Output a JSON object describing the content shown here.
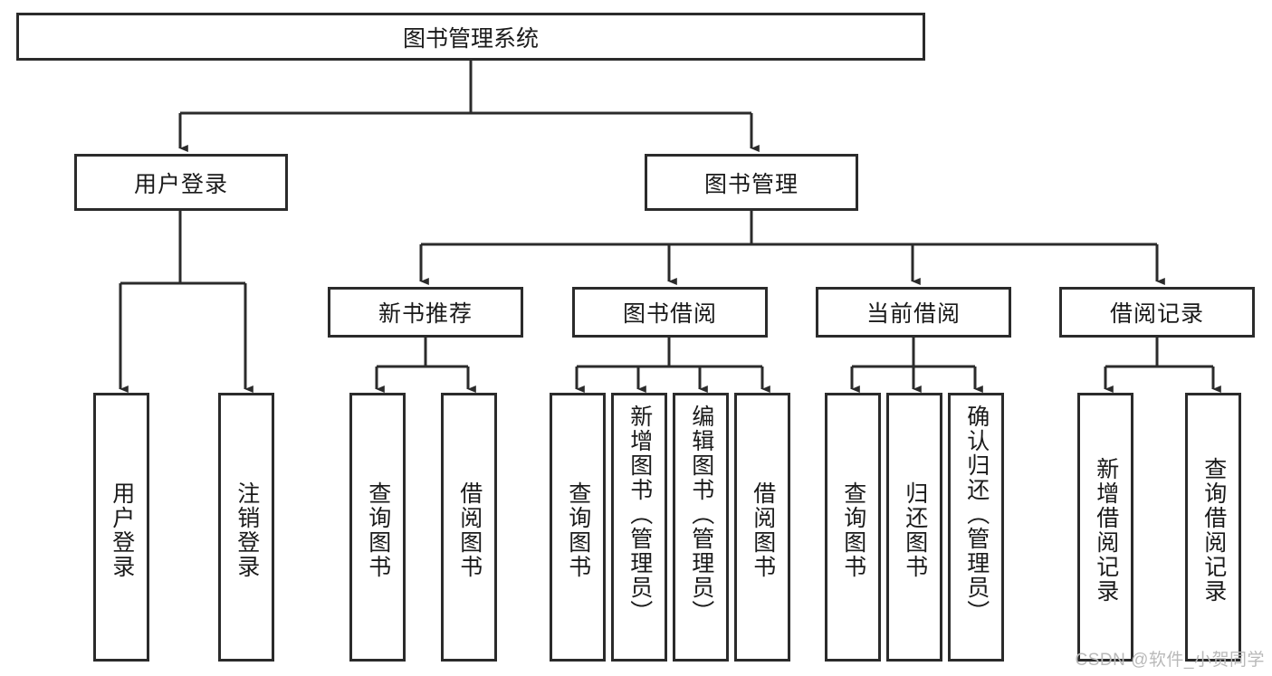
{
  "diagram": {
    "title": "图书管理系统",
    "type": "tree-hierarchy-chart",
    "background_color": "#ffffff",
    "line_color": "#2b2b2b",
    "text_color": "#1a1a1a"
  },
  "root": {
    "label": "图书管理系统"
  },
  "level2": [
    {
      "label": "用户登录"
    },
    {
      "label": "图书管理"
    }
  ],
  "level3": [
    {
      "label": "新书推荐"
    },
    {
      "label": "图书借阅"
    },
    {
      "label": "当前借阅"
    },
    {
      "label": "借阅记录"
    }
  ],
  "leaves": {
    "user_login": [
      {
        "label": "用户登录"
      },
      {
        "label": "注销登录"
      }
    ],
    "new_book": [
      {
        "label": "查询图书"
      },
      {
        "label": "借阅图书"
      }
    ],
    "book_borrow": [
      {
        "label": "查询图书"
      },
      {
        "label": "新增图书（管理员）"
      },
      {
        "label": "编辑图书（管理员）"
      },
      {
        "label": "借阅图书"
      }
    ],
    "current_borrow": [
      {
        "label": "查询图书"
      },
      {
        "label": "归还图书"
      },
      {
        "label": "确认归还（管理员）"
      }
    ],
    "borrow_record": [
      {
        "label": "新增借阅记录"
      },
      {
        "label": "查询借阅记录"
      }
    ]
  },
  "watermark": {
    "text": "CSDN @软件_小贺同学"
  }
}
